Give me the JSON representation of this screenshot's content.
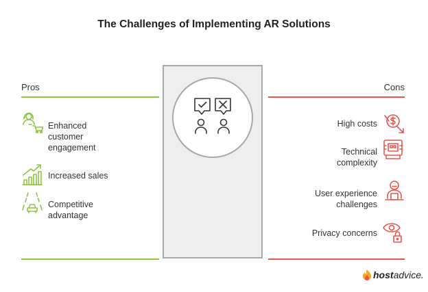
{
  "title": "The Challenges of Implementing AR Solutions",
  "pros": {
    "heading": "Pros",
    "items": [
      {
        "label": "Enhanced\ncustomer\nengagement",
        "icon": "customer-service-icon"
      },
      {
        "label": "Increased sales",
        "icon": "growth-chart-icon"
      },
      {
        "label": "Competitive\nadvantage",
        "icon": "road-car-icon"
      }
    ]
  },
  "cons": {
    "heading": "Cons",
    "items": [
      {
        "label": "High costs",
        "icon": "falling-dollar-icon"
      },
      {
        "label": "Technical\ncomplexity",
        "icon": "circuit-board-icon"
      },
      {
        "label": "User experience\nchallenges",
        "icon": "user-at-desk-icon"
      },
      {
        "label": "Privacy concerns",
        "icon": "eye-lock-icon"
      }
    ]
  },
  "center": {
    "icon": "check-cross-people-icon"
  },
  "logo": {
    "bold": "host",
    "rest": "advice."
  },
  "colors": {
    "pros": "#8dc63f",
    "cons": "#e8554e",
    "box_border": "#a8a8a8",
    "box_fill": "#eeeeee"
  }
}
